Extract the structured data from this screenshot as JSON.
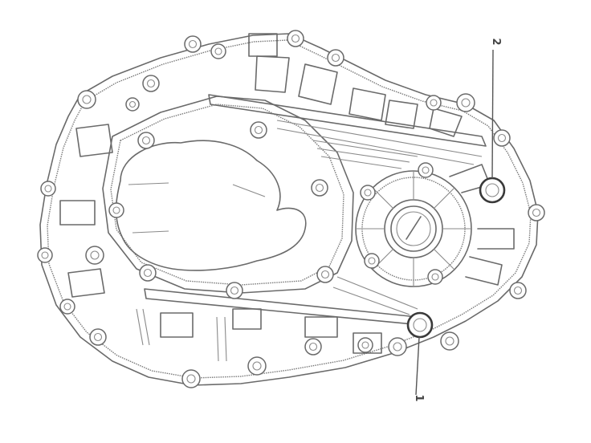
{
  "callouts": [
    {
      "id": "callout-1",
      "label": "1"
    },
    {
      "id": "callout-2",
      "label": "2"
    }
  ],
  "colors": {
    "line": "#6a6a6a",
    "callout": "#3a3a3a",
    "background": "#ffffff"
  }
}
